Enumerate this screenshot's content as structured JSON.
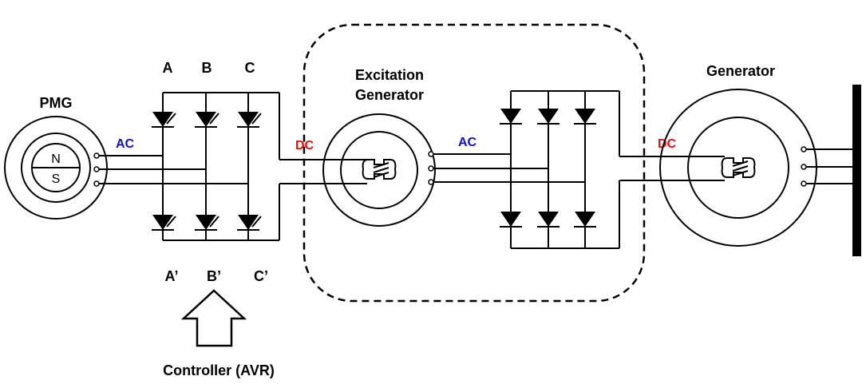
{
  "labels": {
    "pmg": "PMG",
    "north": "N",
    "south": "S",
    "ac_left": "AC",
    "dc_left": "DC",
    "ac_right": "AC",
    "dc_right": "DC",
    "phase_a": "A",
    "phase_b": "B",
    "phase_c": "C",
    "phase_a_prime": "A’",
    "phase_b_prime": "B’",
    "phase_c_prime": "C’",
    "exciter_line1": "Excitation",
    "exciter_line2": "Generator",
    "generator": "Generator",
    "controller": "Controller (AVR)"
  },
  "colors": {
    "ac": "#1010c8",
    "dc": "#e01010",
    "line": "#000000"
  }
}
